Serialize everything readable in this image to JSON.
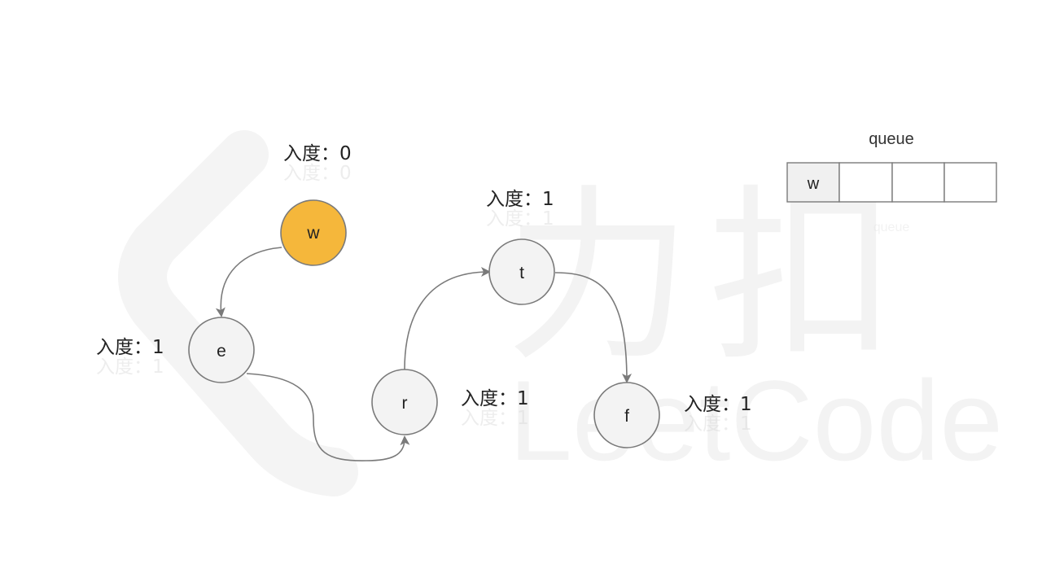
{
  "colors": {
    "active_fill": "#f5b73b",
    "node_fill": "#f3f3f3",
    "node_stroke": "#7a7a7a",
    "edge": "#7a7a7a",
    "queue_filled": "#f0f0f0",
    "watermark": "#f3f3f3"
  },
  "watermark": {
    "glyph1": "力",
    "glyph2": "扣",
    "text": "LeetCode"
  },
  "nodes": [
    {
      "id": "w",
      "label": "w",
      "indegree": "入度：0",
      "active": true
    },
    {
      "id": "e",
      "label": "e",
      "indegree": "入度：1",
      "active": false
    },
    {
      "id": "r",
      "label": "r",
      "indegree": "入度：1",
      "active": false
    },
    {
      "id": "t",
      "label": "t",
      "indegree": "入度：1",
      "active": false
    },
    {
      "id": "f",
      "label": "f",
      "indegree": "入度：1",
      "active": false
    }
  ],
  "edges": [
    {
      "from": "w",
      "to": "e"
    },
    {
      "from": "e",
      "to": "r"
    },
    {
      "from": "r",
      "to": "t"
    },
    {
      "from": "t",
      "to": "f"
    }
  ],
  "queue": {
    "title": "queue",
    "items": [
      "w",
      "",
      "",
      ""
    ]
  }
}
